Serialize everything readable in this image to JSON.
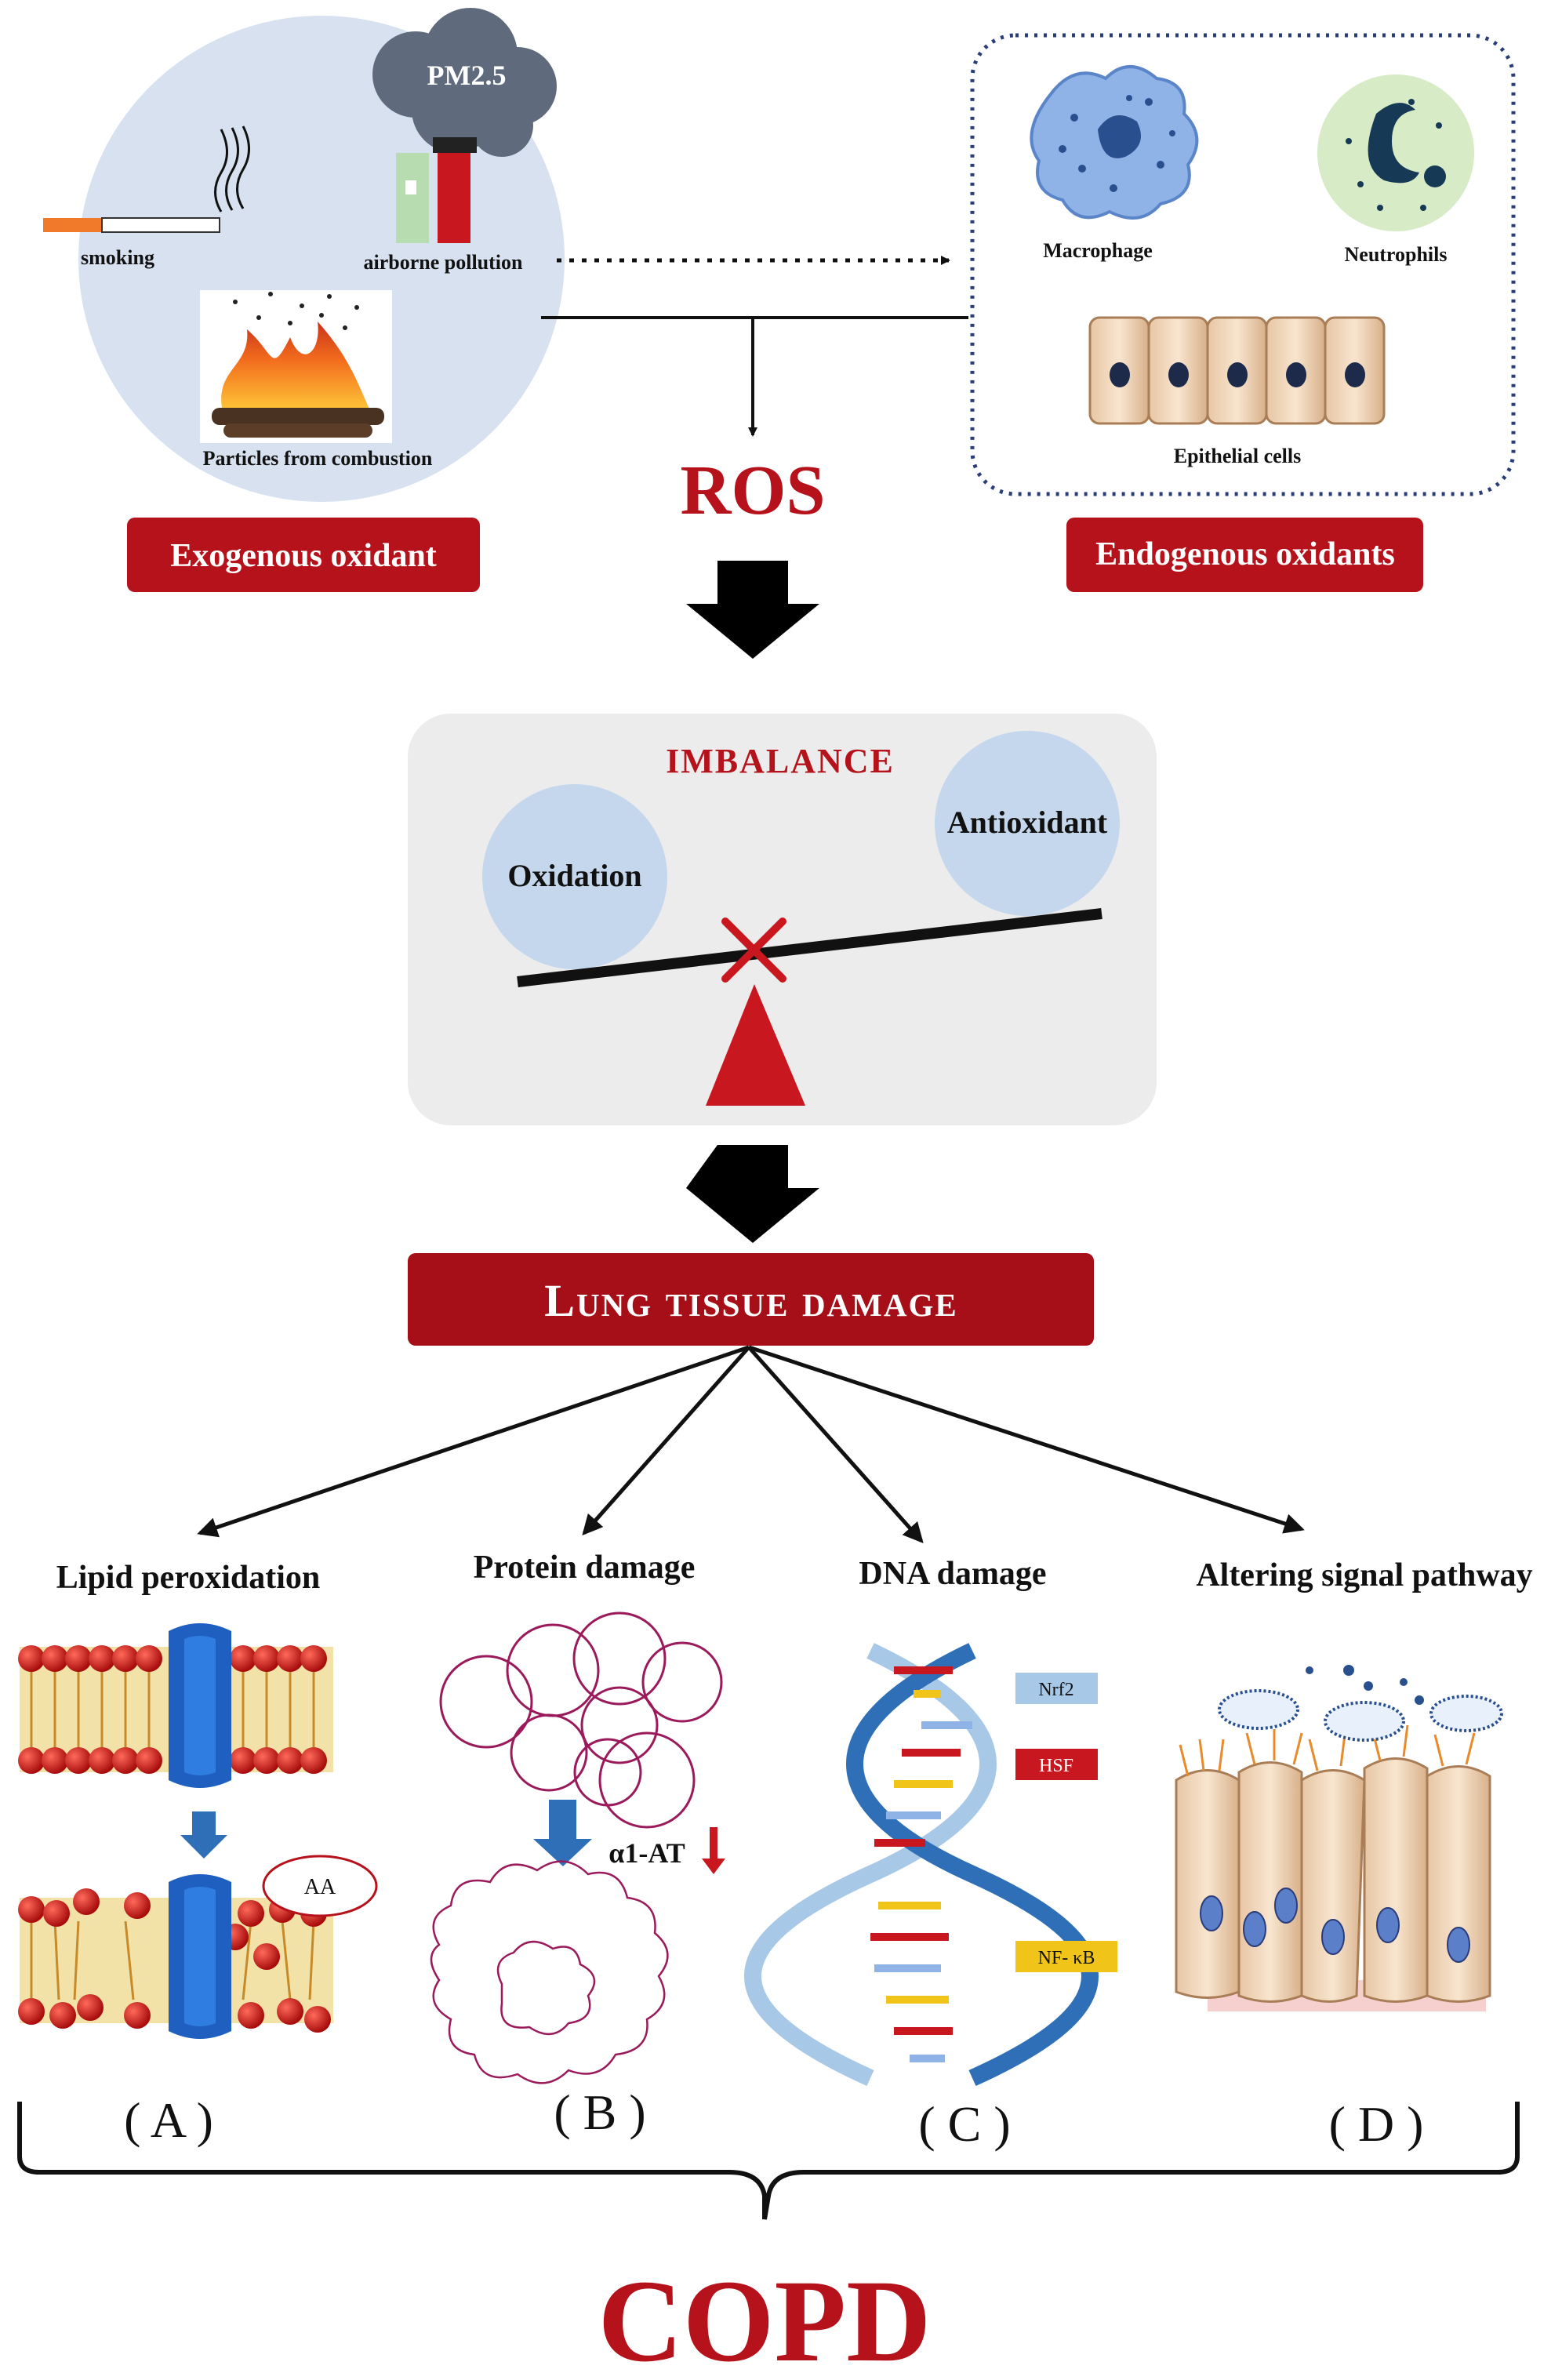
{
  "sources": {
    "pm25": "PM2.5",
    "smoking": "smoking",
    "airborne_pollution": "airborne pollution",
    "combustion": "Particles from combustion",
    "exogenous_label": "Exogenous oxidant"
  },
  "endogenous": {
    "macrophage": "Macrophage",
    "neutrophils": "Neutrophils",
    "epithelial": "Epithelial cells",
    "label": "Endogenous oxidants"
  },
  "ros": "ROS",
  "balance": {
    "title": "IMBALANCE",
    "left": "Oxidation",
    "right": "Antioxidant"
  },
  "damage_banner": "Lung tissue damage",
  "panels": [
    {
      "title": "Lipid peroxidation",
      "letter": "( A )",
      "tag": "AA"
    },
    {
      "title": "Protein damage",
      "letter": "( B )",
      "tag": "α1-AT"
    },
    {
      "title": "DNA damage",
      "letter": "( C )",
      "genes": [
        "Nrf2",
        "HSF",
        "NF- κB"
      ]
    },
    {
      "title": "Altering signal pathway",
      "letter": "( D )"
    }
  ],
  "outcome": "COPD",
  "colors": {
    "dark_red": "#b5121b",
    "banner_red": "#a60f17",
    "light_blue": "#c5d7ec",
    "dna_blue": "#2f6fb8"
  }
}
